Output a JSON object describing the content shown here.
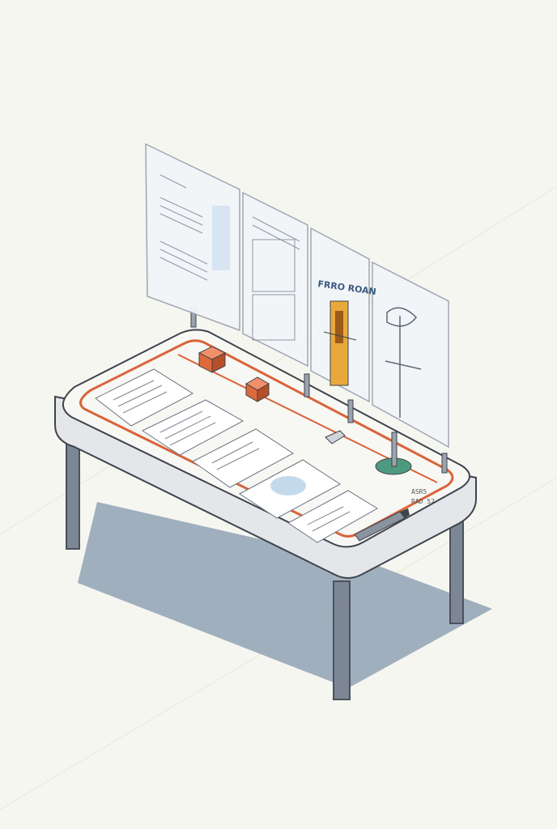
{
  "scene": {
    "panel_title": "FRRO ROAN",
    "table_label_top": "ASR5",
    "table_label_bottom": "RAD 52"
  },
  "colors": {
    "background": "#f6f6f0",
    "table_top": "#f7f7f4",
    "table_edge": "#e4e6ea",
    "accent_stripe": "#d9643a",
    "leg": "#7c8694",
    "shadow": "#8fa2b4",
    "board_glass": "#f2f5f9",
    "device_orange": "#de6a3a",
    "device_yellow": "#e9a93a",
    "base_green": "#4e9a80"
  },
  "icons": {
    "device_left": "orange-box-icon",
    "device_right": "orange-box-icon",
    "pen_tool": "pen-icon",
    "clamp": "clamp-icon",
    "probe": "probe-stand-icon"
  }
}
